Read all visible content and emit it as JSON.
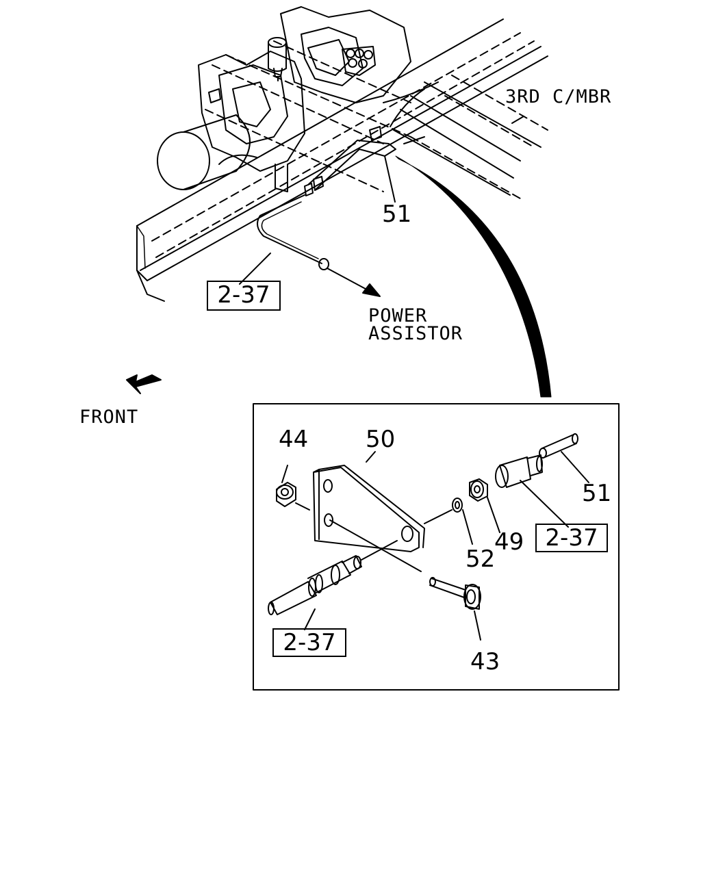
{
  "labels": {
    "member": "3RD C/MBR",
    "power1": "POWER",
    "power2": "ASSISTOR",
    "front": "FRONT"
  },
  "callouts": {
    "c51_top": "51",
    "c44": "44",
    "c50": "50",
    "c51_detail": "51",
    "c49": "49",
    "c52": "52",
    "c43": "43"
  },
  "refs": {
    "ref_top": "2-37",
    "ref_detail_right": "2-37",
    "ref_detail_left": "2-37"
  }
}
